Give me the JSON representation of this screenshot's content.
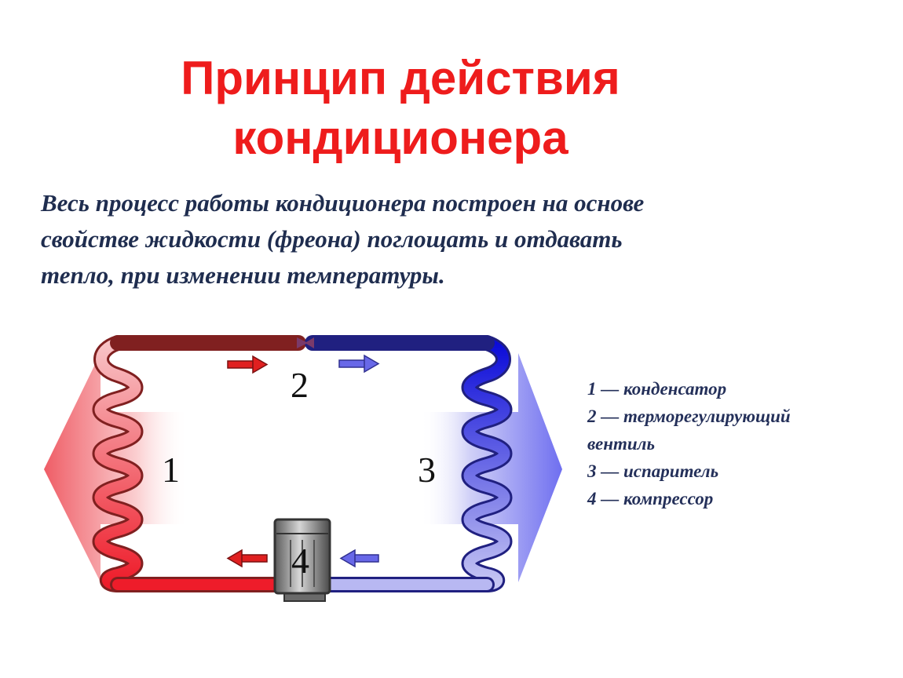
{
  "title": {
    "line1": "Принцип действия",
    "line2": "кондиционера"
  },
  "intro": {
    "line1": "Весь процесс работы кондиционера построен на основе",
    "line2": "свойстве жидкости (фреона) поглощать и отдавать",
    "line3": "тепло, при изменении температуры."
  },
  "diagram": {
    "labels": {
      "condenser_number": "1",
      "valve_number": "2",
      "evaporator_number": "3",
      "compressor_number": "4"
    },
    "colors": {
      "hot": "#ee1c2a",
      "warm": "#f5a3a8",
      "cold": "#1010e0",
      "cool": "#b0b0f0"
    }
  },
  "legend": {
    "item1": "1 — конденсатор",
    "item2a": "2 — терморегулирующий",
    "item2b": "вентиль",
    "item3": "3 — испаритель",
    "item4": "4 — компрессор"
  }
}
